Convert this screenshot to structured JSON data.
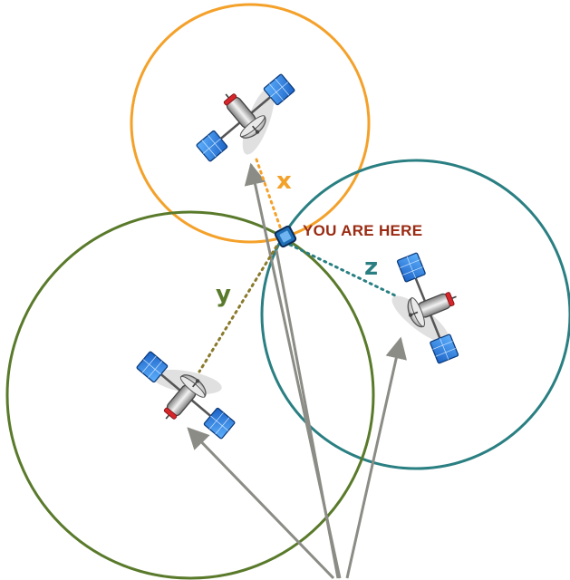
{
  "labels": {
    "you_are_here": "YOU ARE HERE",
    "distance_x": "x",
    "distance_y": "y",
    "distance_z": "z"
  },
  "colors": {
    "orange_circle": "#f4a12a",
    "teal_circle": "#2a7f82",
    "olive_circle": "#5a7a2b",
    "label_red": "#9a2a12",
    "arrow_gray": "#8c8c86",
    "panel_blue": "#2f86e0",
    "receiver_blue": "#1f6fb6"
  },
  "icons": {
    "satellite": "satellite-icon",
    "receiver": "gps-receiver-icon",
    "arrow": "signal-arrow"
  }
}
